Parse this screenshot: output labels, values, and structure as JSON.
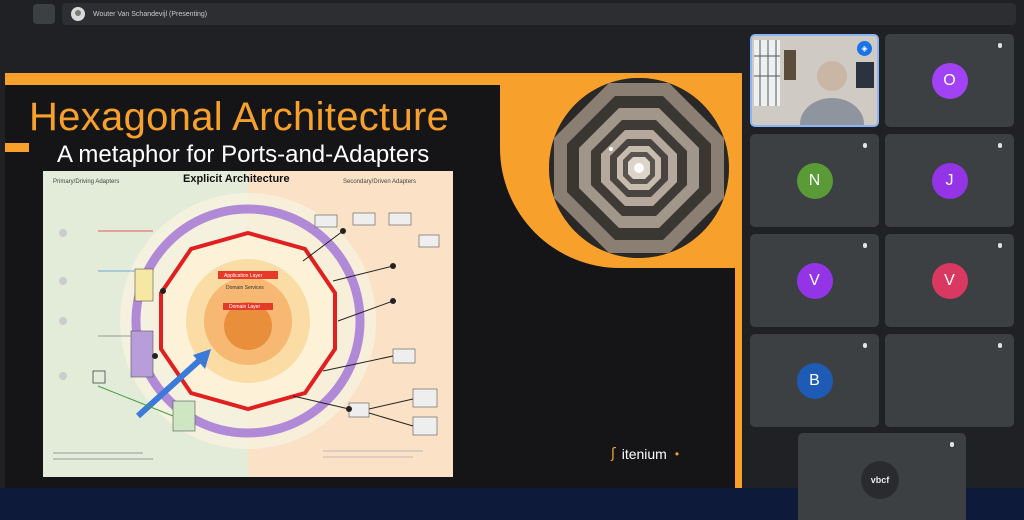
{
  "topbar": {
    "presenter_name": "Wouter Van Schandevijl (Presenting)"
  },
  "slide": {
    "title": "Hexagonal Architecture",
    "subtitle": "A metaphor for Ports-and-Adapters",
    "brand": "itenium",
    "colors": {
      "accent": "#f7a12c",
      "background": "#151517"
    },
    "diagram": {
      "title": "Explicit Architecture",
      "left_header": "Primary/Driving Adapters",
      "right_header": "Secondary/Driven Adapters",
      "layers": [
        "Application Layer",
        "Domain Services",
        "Domain Layer"
      ]
    }
  },
  "participants": [
    {
      "type": "video",
      "icon": "pin-icon"
    },
    {
      "initial": "O",
      "color": "#a142f4"
    },
    {
      "initial": "N",
      "color": "#5b9b37"
    },
    {
      "initial": "J",
      "color": "#9334e6"
    },
    {
      "initial": "V",
      "color": "#9334e6"
    },
    {
      "initial": "V",
      "color": "#d93861"
    },
    {
      "initial": "B",
      "color": "#1e5bb5"
    },
    {
      "initial": "",
      "color": ""
    }
  ],
  "logo_tile": {
    "text": "vbcf"
  }
}
